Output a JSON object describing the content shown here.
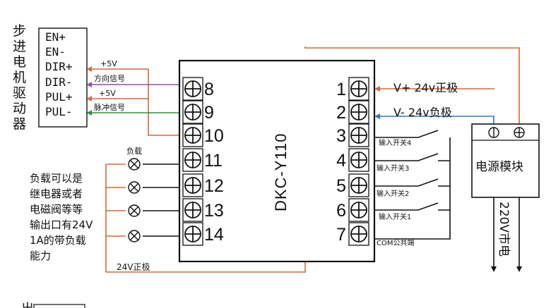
{
  "driver": {
    "title_chars": [
      "步",
      "进",
      "电",
      "机",
      "驱",
      "动",
      "器"
    ],
    "pins": [
      "EN+",
      "EN-",
      "DIR+",
      "DIR-",
      "PUL+",
      "PUL-"
    ]
  },
  "signals": {
    "plus5v_a": "+5V",
    "direction": "方向信号",
    "plus5v_b": "+5V",
    "pulse": "脉冲信号"
  },
  "controller": {
    "model": "DKC-Y110",
    "left_terminals": [
      "8",
      "9",
      "10",
      "11",
      "12",
      "13",
      "14"
    ],
    "right_terminals": [
      "1",
      "2",
      "3",
      "4",
      "5",
      "6",
      "7"
    ]
  },
  "power": {
    "v_plus": "V+ 24v正极",
    "v_minus": "V- 24v负极",
    "module_label": "电源模块",
    "mains": "220V市电"
  },
  "inputs": [
    "输入开关4",
    "输入开关3",
    "输入开关2",
    "输入开关1",
    "COM公共端"
  ],
  "load": {
    "label": "负载",
    "description_lines": [
      "负载可以是",
      "继电器或者",
      "电磁阀等等",
      "输出口有24V",
      "1A的带负载",
      "能力"
    ],
    "positive_line": "24V正极"
  },
  "footer": {
    "partial_char": "出"
  },
  "colors": {
    "orange": "#d2693c",
    "purple": "#8e4fa3",
    "green": "#2f8f3a",
    "blue": "#2f78c2",
    "black": "#111111"
  }
}
